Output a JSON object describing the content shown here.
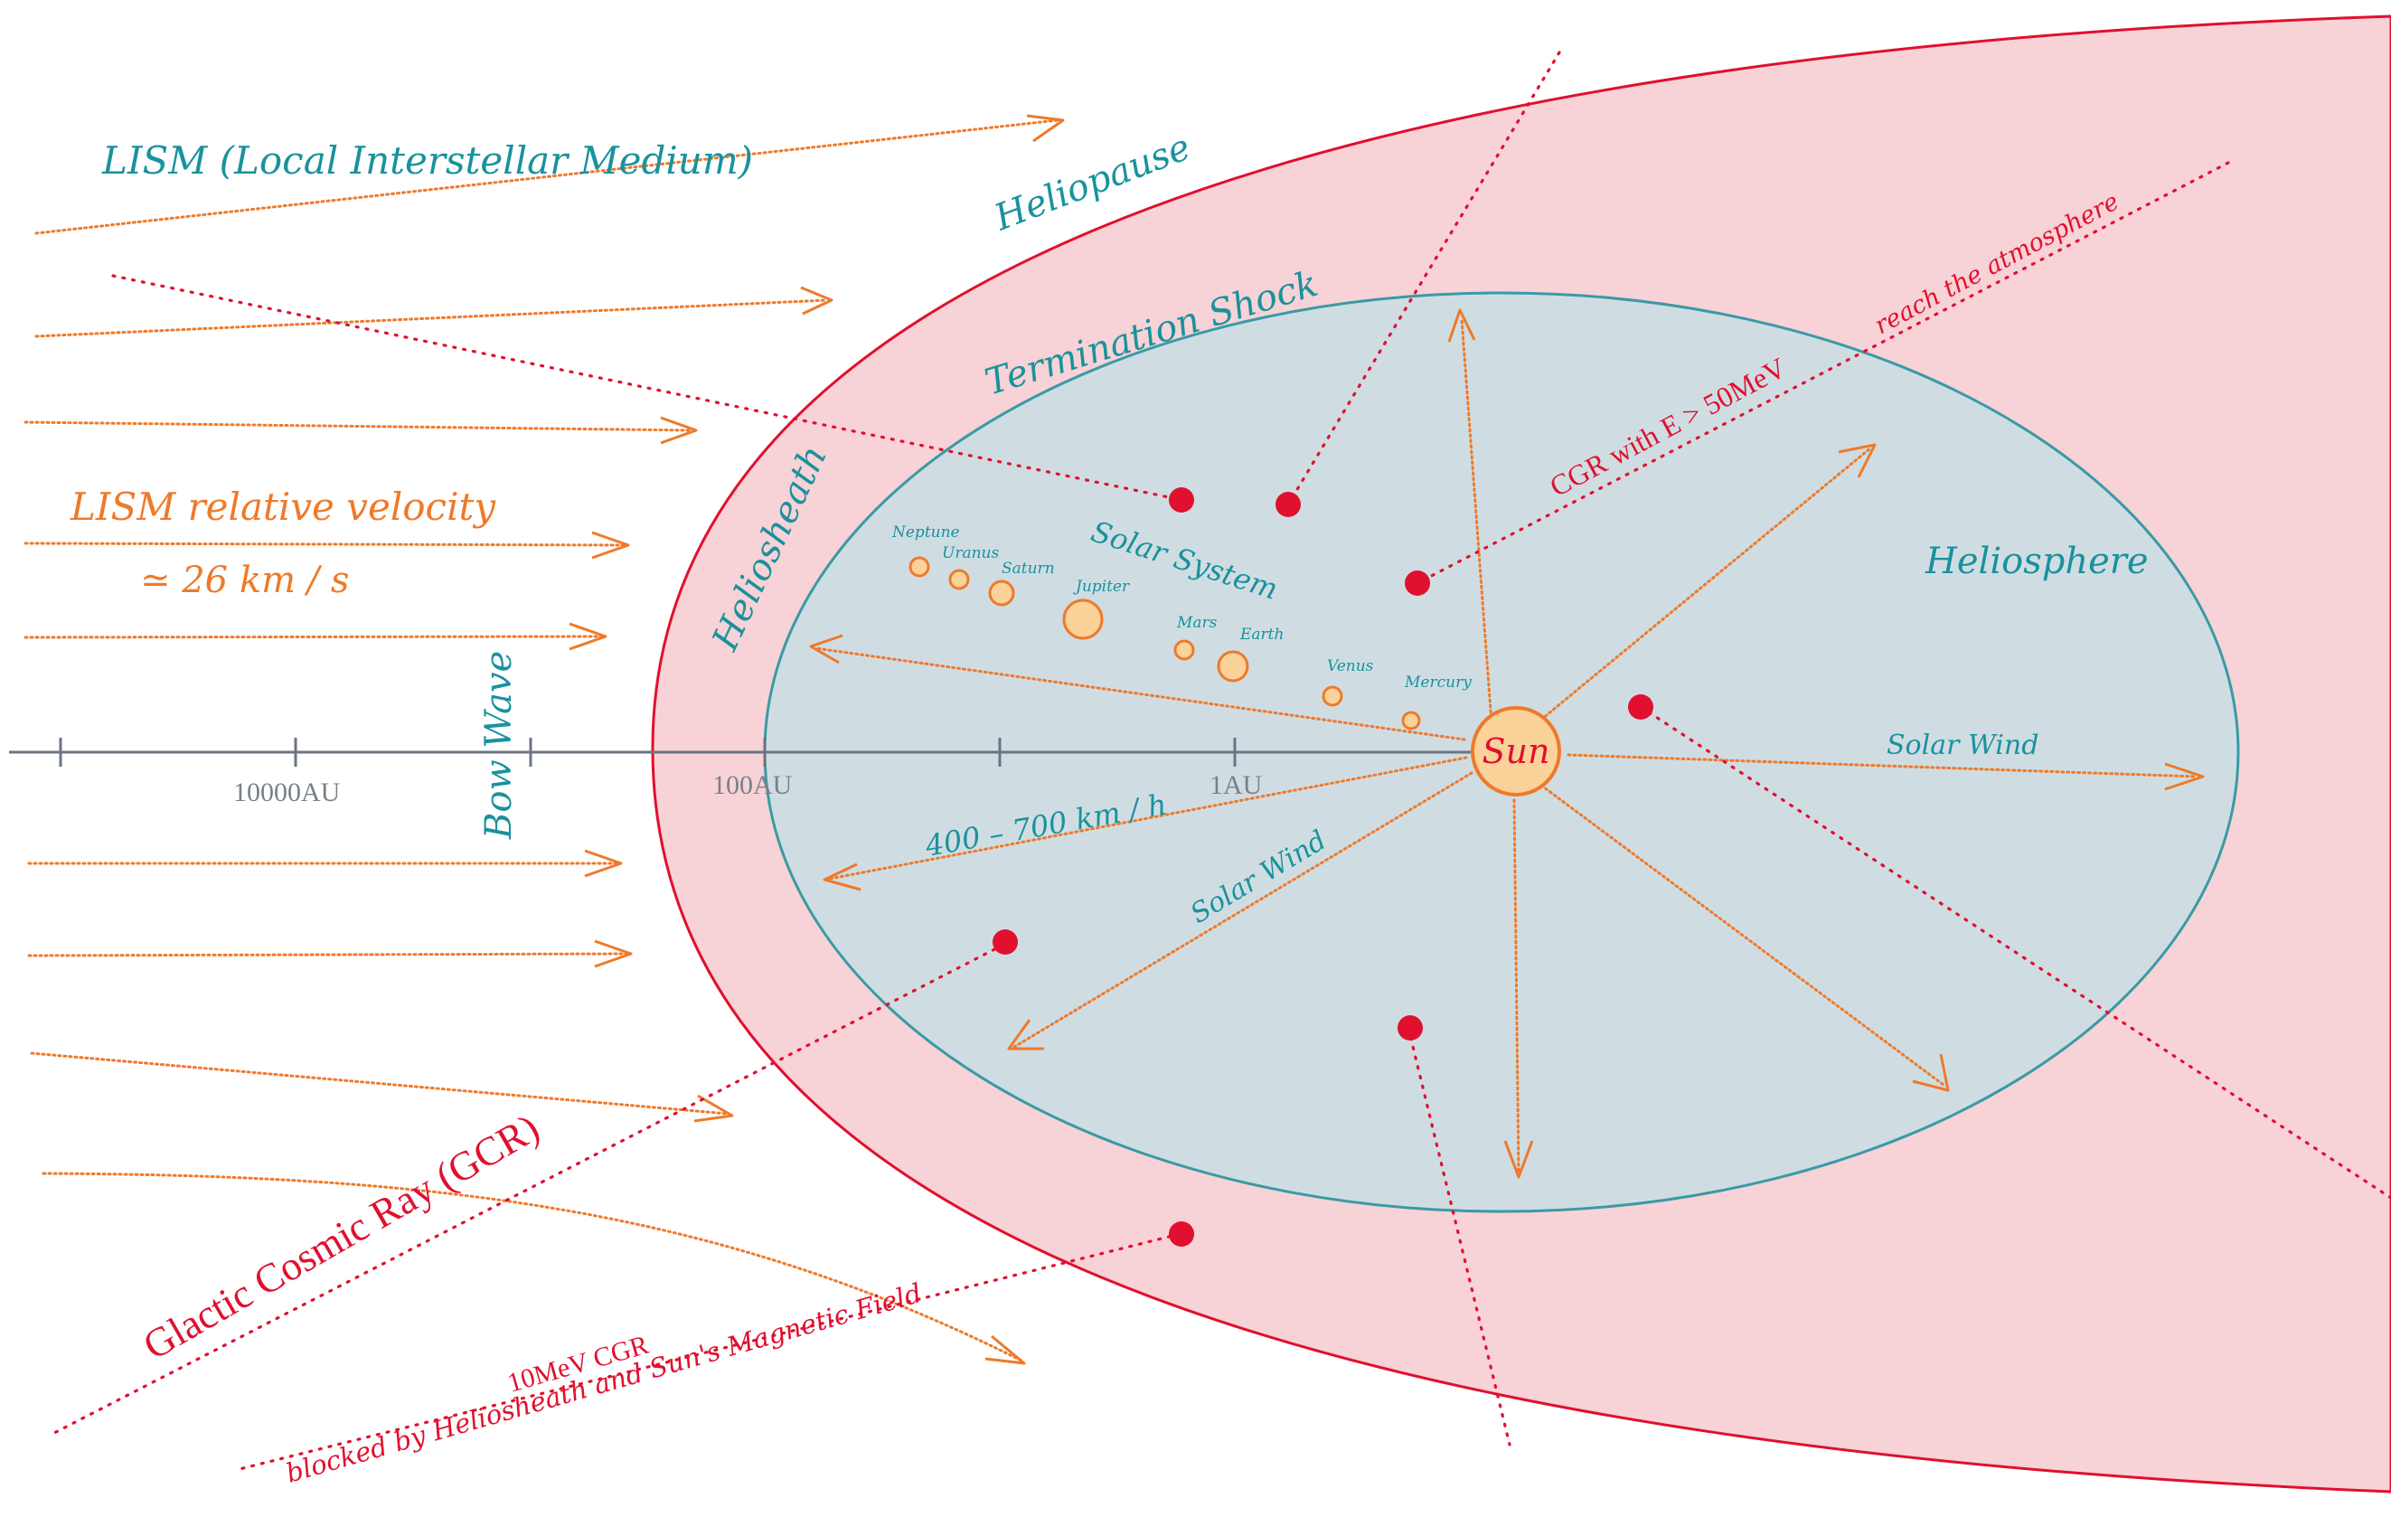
{
  "colors": {
    "heliosheath_fill": "#f7d2d6",
    "heliopause_stroke": "#e0102e",
    "heliosphere_fill": "#cfdde3",
    "termination_stroke": "#3a9aa5",
    "solar_wind": "#ee7a2a",
    "teal_text": "#19929d",
    "cosmic_ray": "#e0102e",
    "axis": "#6b7480"
  },
  "labels": {
    "lism": "LISM (Local Interstellar Medium)",
    "lism_velocity": "LISM relative velocity",
    "lism_velocity_value": "≃ 26 km / s",
    "heliopause": "Heliopause",
    "termination_shock": "Termination Shock",
    "heliosheath": "Heliosheath",
    "bow_wave": "Bow Wave",
    "solar_system": "Solar  System",
    "heliosphere": "Heliosphere",
    "solar_wind_right": "Solar Wind",
    "solar_wind_lower": "Solar Wind",
    "wind_speed": "400 – 700 km / h",
    "sun": "Sun",
    "gcr": "Glactic Cosmic Ray (GCR)",
    "gcr_high_energy": "CGR  with E > 50MeV",
    "reach_atmosphere": "reach the atmosphere",
    "low_energy_gcr": "10MeV CGR",
    "blocked": "blocked by Heliosheath  and Sun's Magnetic Field"
  },
  "axis": {
    "ticks": [
      "10000AU",
      "100AU",
      "1AU"
    ]
  },
  "planets": [
    {
      "name": "Neptune"
    },
    {
      "name": "Uranus"
    },
    {
      "name": "Saturn"
    },
    {
      "name": "Jupiter"
    },
    {
      "name": "Mars"
    },
    {
      "name": "Earth"
    },
    {
      "name": "Venus"
    },
    {
      "name": "Mercury"
    }
  ]
}
